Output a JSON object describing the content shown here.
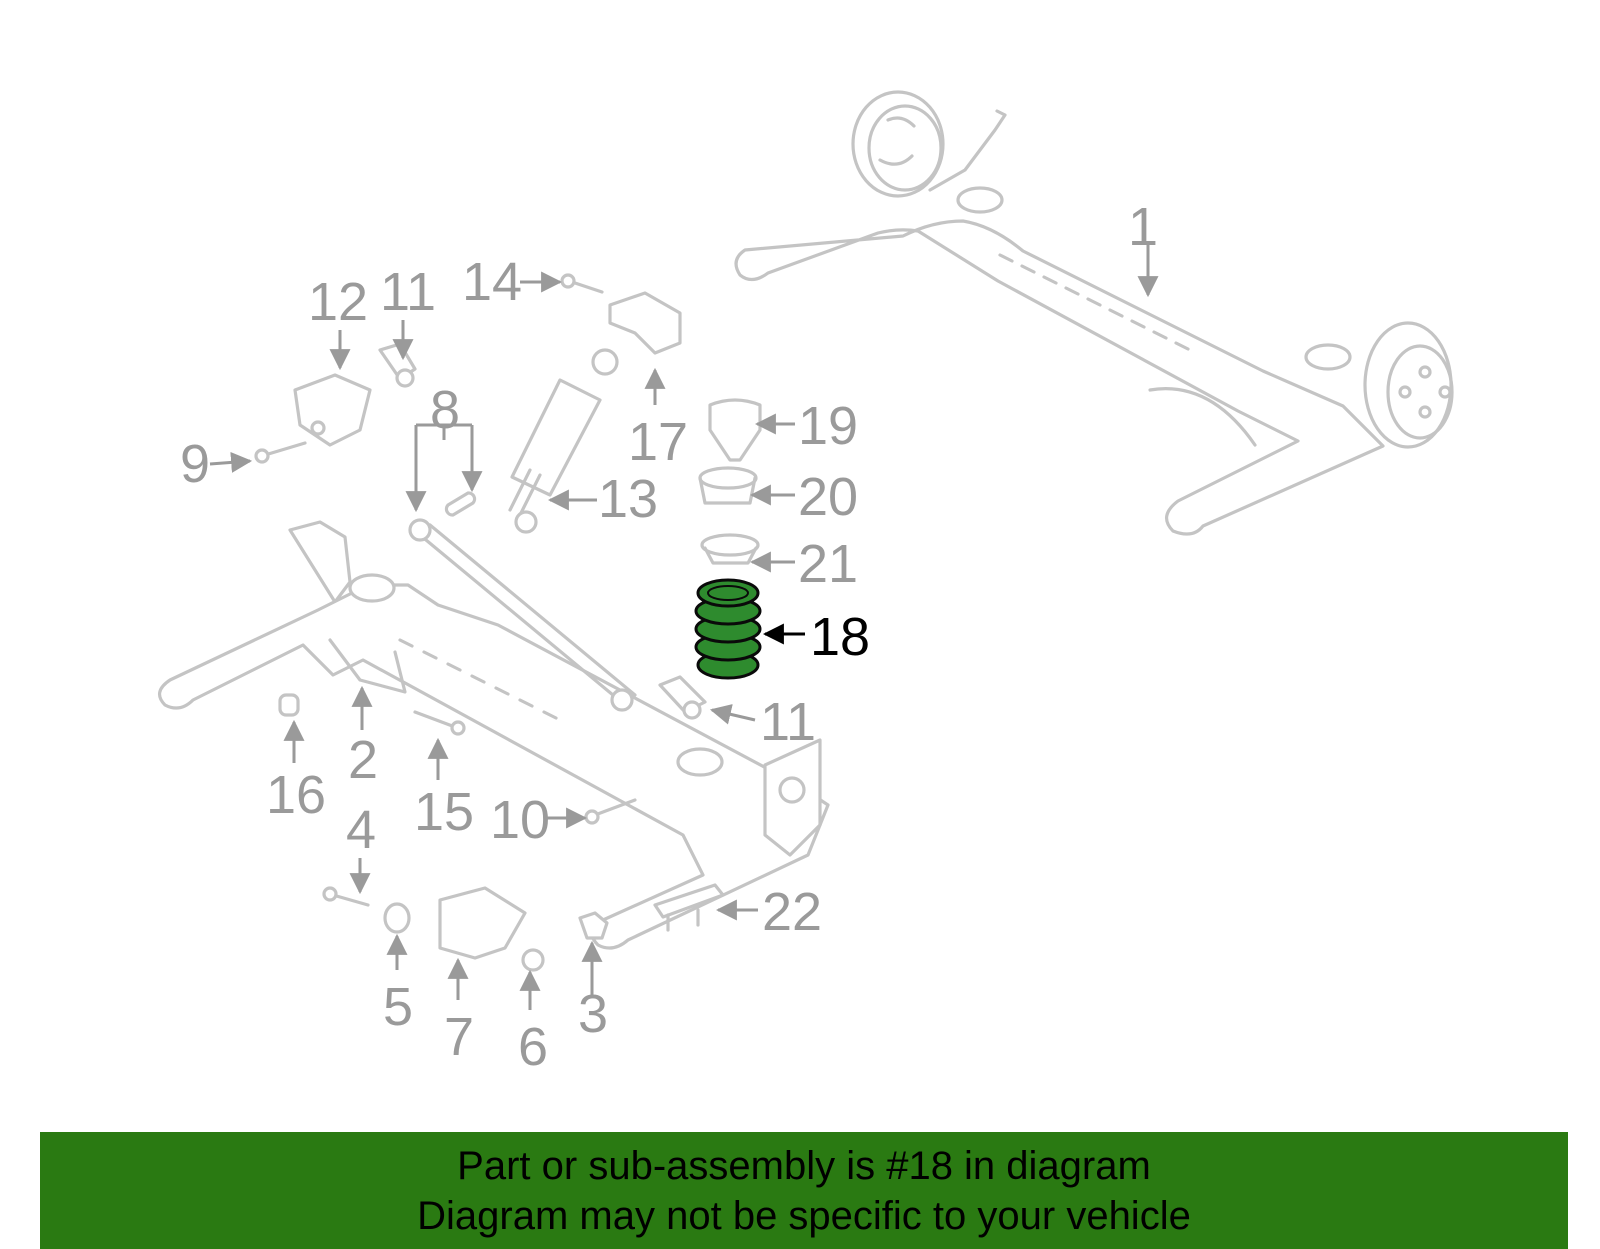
{
  "diagram": {
    "highlighted_part": "18",
    "callouts": {
      "c1": "1",
      "c2": "2",
      "c3": "3",
      "c4": "4",
      "c5": "5",
      "c6": "6",
      "c7": "7",
      "c8": "8",
      "c9": "9",
      "c10": "10",
      "c11a": "11",
      "c11b": "11",
      "c12": "12",
      "c13": "13",
      "c14": "14",
      "c15": "15",
      "c16": "16",
      "c17": "17",
      "c18": "18",
      "c19": "19",
      "c20": "20",
      "c21": "21",
      "c22": "22"
    },
    "colors": {
      "line_art": "#c4c4c4",
      "callout": "#9a9a9a",
      "highlight": "#2e8b2e",
      "banner": "#2a7a12"
    }
  },
  "banner": {
    "line1": "Part or sub-assembly is #18 in diagram",
    "line2": "Diagram may not be specific to your vehicle"
  }
}
